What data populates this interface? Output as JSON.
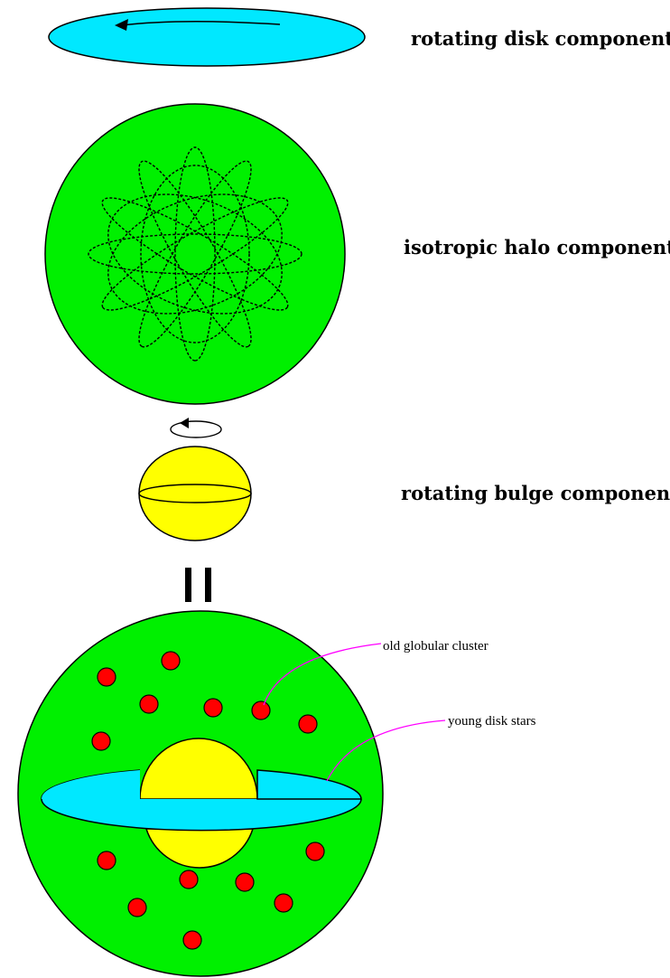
{
  "labels": {
    "disk": "rotating disk component",
    "halo": "isotropic halo component",
    "bulge": "rotating bulge component",
    "globular": "old globular cluster",
    "young": "young disk stars"
  },
  "colors": {
    "disk": "#00e8ff",
    "halo": "#00f000",
    "bulge": "#ffff00",
    "cluster": "#ff0000",
    "pointer": "#ff00ff",
    "outline": "#000000"
  },
  "symbols": {
    "equals": "equals-sign",
    "rotation": "rotation-arrow-icon"
  }
}
